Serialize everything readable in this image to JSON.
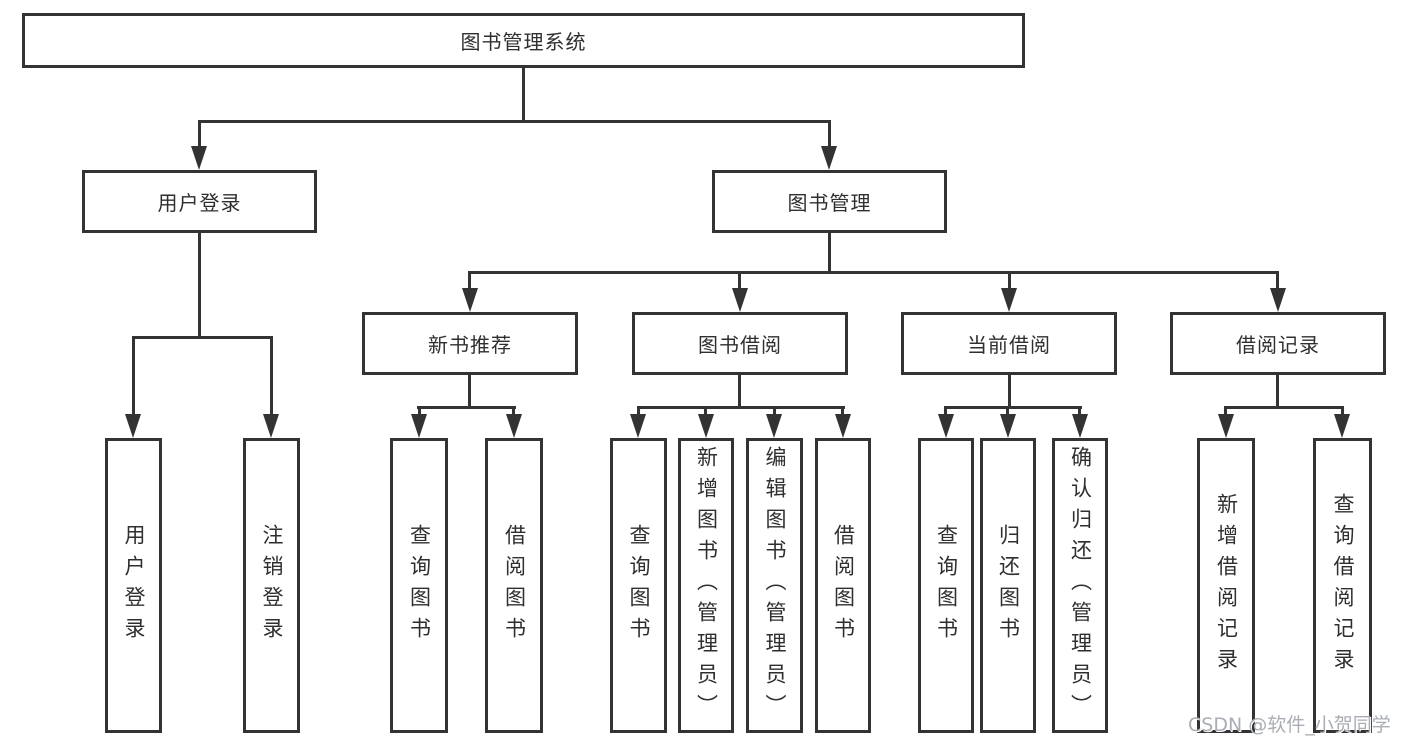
{
  "tree": {
    "root": {
      "label": "图书管理系统",
      "children": [
        {
          "label": "用户登录",
          "children": [
            {
              "label": "用户登录"
            },
            {
              "label": "注销登录"
            }
          ]
        },
        {
          "label": "图书管理",
          "children": [
            {
              "label": "新书推荐",
              "children": [
                {
                  "label": "查询图书"
                },
                {
                  "label": "借阅图书"
                }
              ]
            },
            {
              "label": "图书借阅",
              "children": [
                {
                  "label": "查询图书"
                },
                {
                  "label": "新增图书（管理员）"
                },
                {
                  "label": "编辑图书（管理员）"
                },
                {
                  "label": "借阅图书"
                }
              ]
            },
            {
              "label": "当前借阅",
              "children": [
                {
                  "label": "查询图书"
                },
                {
                  "label": "归还图书"
                },
                {
                  "label": "确认归还（管理员）"
                }
              ]
            },
            {
              "label": "借阅记录",
              "children": [
                {
                  "label": "新增借阅记录"
                },
                {
                  "label": "查询借阅记录"
                }
              ]
            }
          ]
        }
      ]
    }
  },
  "watermark": {
    "text": "CSDN @软件_小贺同学"
  },
  "colors": {
    "line": "#333333",
    "box_fill": "#ffffff",
    "text": "#2f2f2f",
    "watermark": "#a9aeb4",
    "background": "#ffffff"
  }
}
